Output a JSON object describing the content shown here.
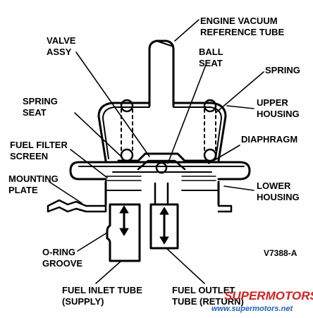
{
  "labels": {
    "engine_vacuum_1": "ENGINE VACUUM",
    "engine_vacuum_2": "REFERENCE TUBE",
    "valve_1": "VALVE",
    "valve_2": "ASSY",
    "ball_1": "BALL",
    "ball_2": "SEAT",
    "spring": "SPRING",
    "spring_seat_1": "SPRING",
    "spring_seat_2": "SEAT",
    "upper_housing_1": "UPPER",
    "upper_housing_2": "HOUSING",
    "fuel_filter_1": "FUEL FILTER",
    "fuel_filter_2": "SCREEN",
    "diaphragm": "DIAPHRAGM",
    "mounting_1": "MOUNTING",
    "mounting_2": "PLATE",
    "lower_housing_1": "LOWER",
    "lower_housing_2": "HOUSING",
    "oring_1": "O-RING",
    "oring_2": "GROOVE",
    "inlet_1": "FUEL INLET TUBE",
    "inlet_2": "(SUPPLY)",
    "outlet_1": "FUEL OUTLET",
    "outlet_2": "TUBE (RETURN)",
    "figure_code": "V7388-A"
  },
  "watermark": {
    "brand": "SUPERMOTORS",
    "url": "www.supermotors.net"
  },
  "colors": {
    "line": "#000000",
    "watermark_red": "#d32020",
    "watermark_blue": "#1f5fbf"
  }
}
